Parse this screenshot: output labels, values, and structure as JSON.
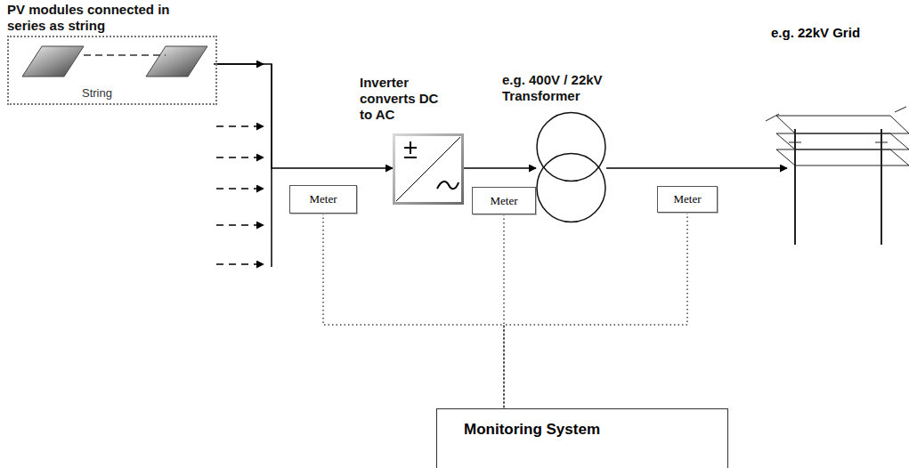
{
  "diagram": {
    "nodes": [
      {
        "text": [
          "PV modules connected in series as string",
          "String"
        ]
      },
      {
        "text": [
          "Meter"
        ]
      },
      {
        "text": [
          "Inverter converts DC to AC"
        ]
      },
      {
        "text": [
          "Meter"
        ]
      },
      {
        "text": [
          "e.g. 400V / 22kV Transformer"
        ]
      },
      {
        "text": [
          "Meter"
        ]
      },
      {
        "text": [
          "Monitoring System"
        ]
      }
    ],
    "edges": [
      {
        "from": 0,
        "to": 2,
        "arrow": "to"
      },
      {
        "from": 2,
        "to": 4,
        "arrow": "to"
      },
      {
        "from": 1,
        "to": 6,
        "arrow": "none"
      },
      {
        "from": 3,
        "to": 6,
        "arrow": "none"
      },
      {
        "from": 5,
        "to": 6,
        "arrow": "none"
      }
    ],
    "labels": [
      "e.g. 22kV Grid"
    ]
  }
}
